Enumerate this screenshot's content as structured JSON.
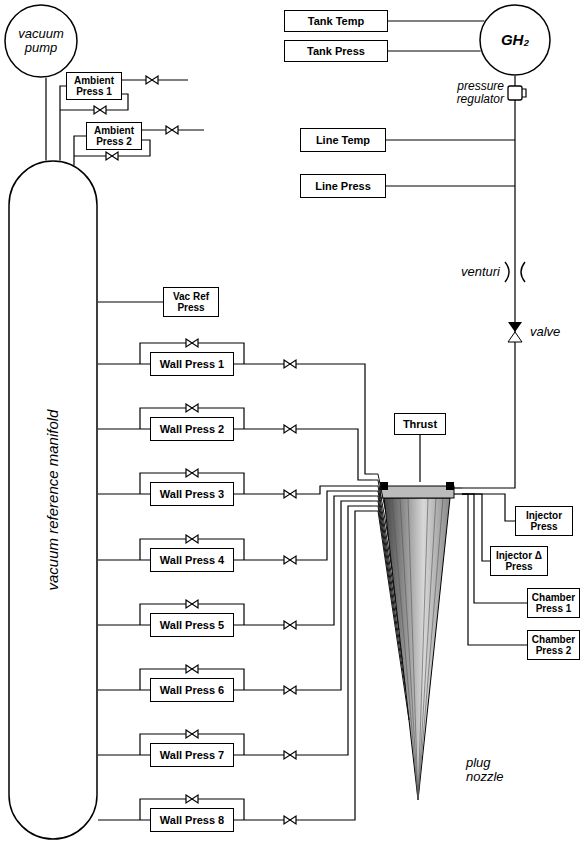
{
  "diagram": {
    "nodes": [
      {
        "text": [
          "vacuum pump"
        ]
      },
      {
        "text": [
          "Ambient Press 1"
        ]
      },
      {
        "text": [
          "Ambient Press 2"
        ]
      },
      {
        "text": [
          "vacuum reference manifold"
        ]
      },
      {
        "text": [
          "Vac Ref Press"
        ]
      },
      {
        "text": [
          "Wall Press 1"
        ]
      },
      {
        "text": [
          "Wall Press 2"
        ]
      },
      {
        "text": [
          "Wall Press 3"
        ]
      },
      {
        "text": [
          "Wall Press 4"
        ]
      },
      {
        "text": [
          "Wall Press 5"
        ]
      },
      {
        "text": [
          "Wall Press 6"
        ]
      },
      {
        "text": [
          "Wall Press 7"
        ]
      },
      {
        "text": [
          "Wall Press 8"
        ]
      },
      {
        "text": [
          "GH₂"
        ]
      },
      {
        "text": [
          "Tank Temp"
        ]
      },
      {
        "text": [
          "Tank Press"
        ]
      },
      {
        "text": [
          "Line Temp"
        ]
      },
      {
        "text": [
          "Line Press"
        ]
      },
      {
        "text": [
          "Thrust"
        ]
      },
      {
        "text": [
          "Injector Press"
        ]
      },
      {
        "text": [
          "Injector Δ Press"
        ]
      },
      {
        "text": [
          "Chamber Press 1"
        ]
      },
      {
        "text": [
          "Chamber Press 2"
        ]
      },
      {
        "text": [
          "plug nozzle"
        ]
      }
    ],
    "edges": [
      {
        "from": 0,
        "to": 3,
        "arrow": "none"
      },
      {
        "from": 1,
        "to": 3,
        "arrow": "none"
      },
      {
        "from": 2,
        "to": 3,
        "arrow": "none"
      },
      {
        "from": 4,
        "to": 3,
        "arrow": "none"
      },
      {
        "from": 5,
        "to": 3,
        "arrow": "none"
      },
      {
        "from": 6,
        "to": 3,
        "arrow": "none"
      },
      {
        "from": 7,
        "to": 3,
        "arrow": "none"
      },
      {
        "from": 8,
        "to": 3,
        "arrow": "none"
      },
      {
        "from": 9,
        "to": 3,
        "arrow": "none"
      },
      {
        "from": 10,
        "to": 3,
        "arrow": "none"
      },
      {
        "from": 11,
        "to": 3,
        "arrow": "none"
      },
      {
        "from": 12,
        "to": 3,
        "arrow": "none"
      },
      {
        "from": 5,
        "to": 23,
        "arrow": "none"
      },
      {
        "from": 6,
        "to": 23,
        "arrow": "none"
      },
      {
        "from": 7,
        "to": 23,
        "arrow": "none"
      },
      {
        "from": 8,
        "to": 23,
        "arrow": "none"
      },
      {
        "from": 9,
        "to": 23,
        "arrow": "none"
      },
      {
        "from": 10,
        "to": 23,
        "arrow": "none"
      },
      {
        "from": 11,
        "to": 23,
        "arrow": "none"
      },
      {
        "from": 12,
        "to": 23,
        "arrow": "none"
      },
      {
        "from": 14,
        "to": 13,
        "arrow": "none"
      },
      {
        "from": 15,
        "to": 13,
        "arrow": "none"
      },
      {
        "from": 13,
        "to": 23,
        "arrow": "none"
      },
      {
        "from": 18,
        "to": 23,
        "arrow": "none"
      },
      {
        "from": 23,
        "to": 19,
        "arrow": "none"
      },
      {
        "from": 23,
        "to": 20,
        "arrow": "none"
      },
      {
        "from": 23,
        "to": 21,
        "arrow": "none"
      },
      {
        "from": 23,
        "to": 22,
        "arrow": "none"
      }
    ],
    "labels": [
      "pressure regulator",
      "venturi",
      "valve"
    ]
  }
}
